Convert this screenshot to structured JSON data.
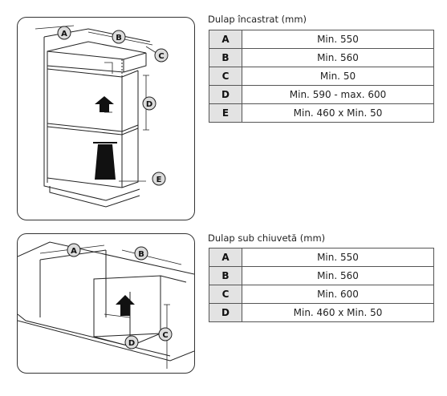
{
  "built_in": {
    "caption": "Dulap încastrat (mm)",
    "rows": [
      {
        "key": "A",
        "value": "Min. 550"
      },
      {
        "key": "B",
        "value": "Min. 560"
      },
      {
        "key": "C",
        "value": "Min. 50"
      },
      {
        "key": "D",
        "value": "Min. 590 - max. 600"
      },
      {
        "key": "E",
        "value": "Min. 460 x Min. 50"
      }
    ],
    "callouts": {
      "a": "A",
      "b": "B",
      "c": "C",
      "d": "D",
      "e": "E"
    }
  },
  "under_sink": {
    "caption": "Dulap sub chiuvetă (mm)",
    "rows": [
      {
        "key": "A",
        "value": "Min. 550"
      },
      {
        "key": "B",
        "value": "Min. 560"
      },
      {
        "key": "C",
        "value": "Min. 600"
      },
      {
        "key": "D",
        "value": "Min. 460 x Min. 50"
      }
    ],
    "callouts": {
      "a": "A",
      "b": "B",
      "c": "C",
      "d": "D"
    }
  },
  "colors": {
    "callout_fill": "#dcdcdc",
    "label_cell": "#e3e3e3",
    "line": "#222222"
  },
  "icons": [
    "arrow-up-icon",
    "vent-arrow-icon"
  ]
}
